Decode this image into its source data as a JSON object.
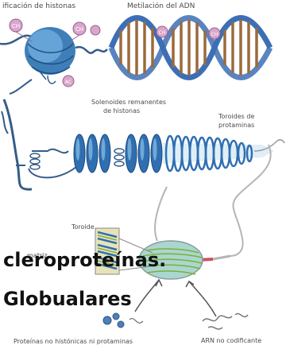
{
  "labels": {
    "histone_modification": "ificación de histonas",
    "dna_methylation": "Metilación del ADN",
    "solenoids_line1": "Solenoides remanentes",
    "solenoids_line2": "de histonas",
    "toroids_line1": "Toroides de",
    "toroids_line2": "protaminas",
    "toroid": "Toroide",
    "matrix": "matriz",
    "nonhistone_proteins": "Proteínas no histónicas ni protaminas",
    "noncoding_rna": "ARN no codificante"
  },
  "overlay": {
    "line1": "cleroproteínas.",
    "line2": "Globualares"
  },
  "colors": {
    "histone": "#3f7fb8",
    "histone_light": "#8cc1e8",
    "mark_pink": "#d9a6cc",
    "dna_brown": "#9b6a3c",
    "dna_blue": "#3c6fb5",
    "toroid_blue": "#2f6fb1",
    "sperm_head": "#a9d7cf",
    "sperm_band": "#9ebe4f",
    "overlay_text": "#111111"
  },
  "icons": {
    "histone_mark": "circle-mark",
    "methyl_mark": "circle-mark"
  }
}
